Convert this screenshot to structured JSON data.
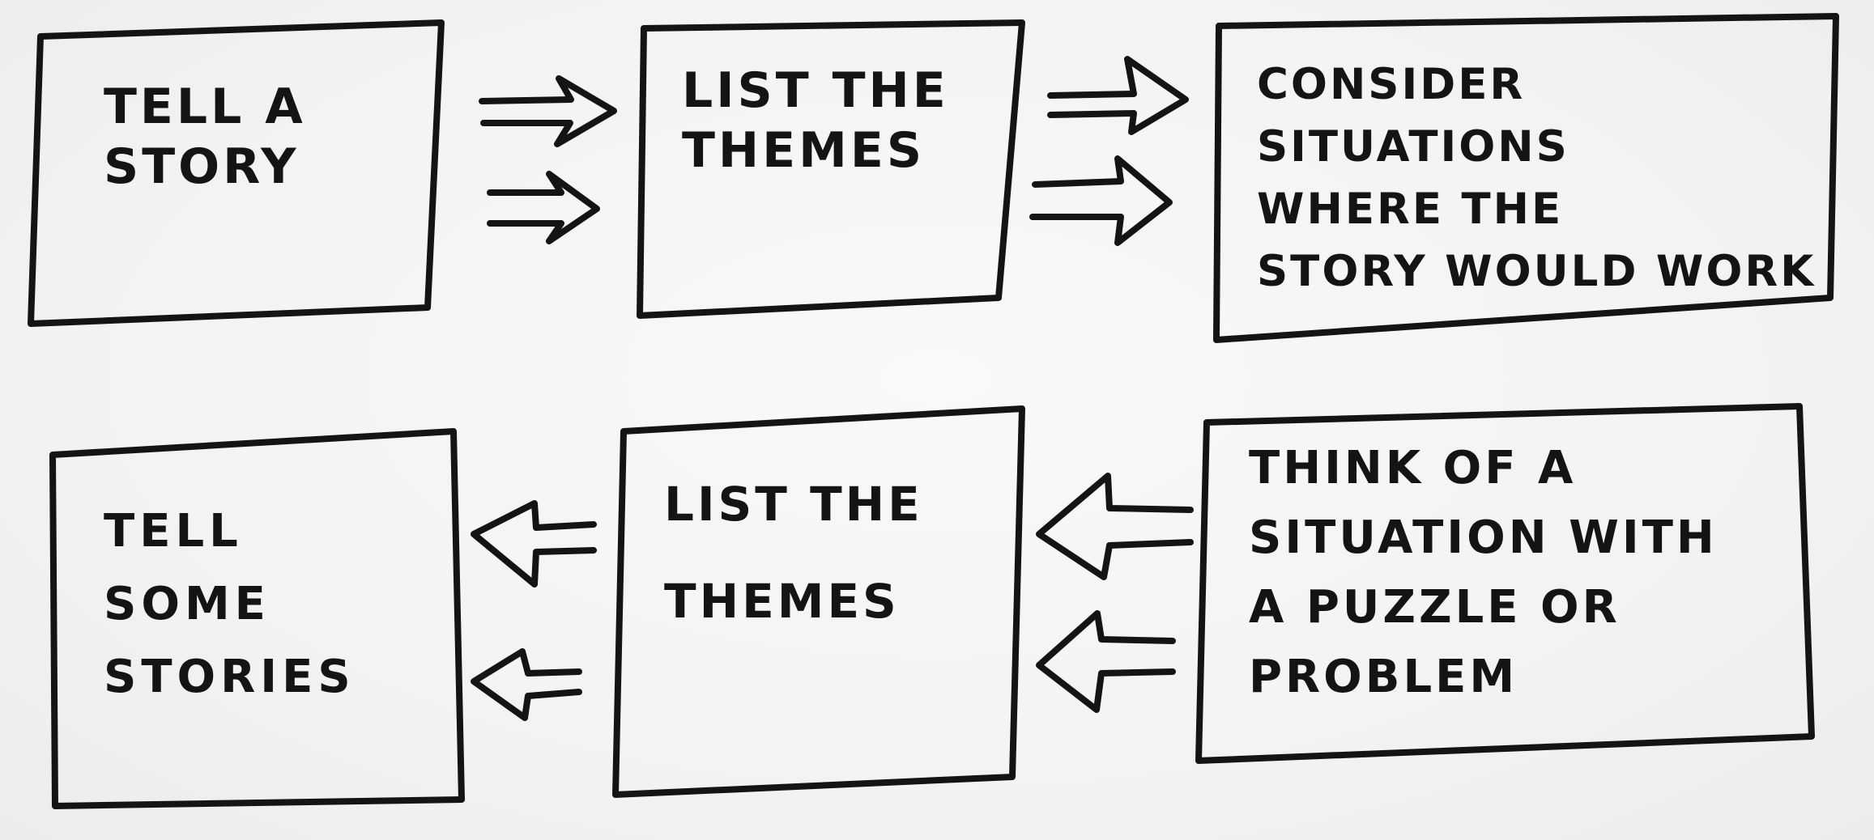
{
  "diagram": {
    "boxes": [
      {
        "id": "tell-a-story",
        "lines": [
          "TELL A",
          "STORY"
        ]
      },
      {
        "id": "list-themes-top",
        "lines": [
          "LIST THE",
          "THEMES"
        ]
      },
      {
        "id": "consider-situations",
        "lines": [
          "CONSIDER",
          "SITUATIONS",
          "WHERE THE",
          "STORY WOULD WORK"
        ]
      },
      {
        "id": "tell-some-stories",
        "lines": [
          "TELL",
          "SOME",
          "STORIES"
        ]
      },
      {
        "id": "list-themes-bottom",
        "lines": [
          "LIST THE",
          "THEMES"
        ]
      },
      {
        "id": "think-of-situation",
        "lines": [
          "THINK OF A",
          "SITUATION WITH",
          "A PUZZLE OR",
          "PROBLEM"
        ]
      }
    ],
    "arrows": [
      {
        "from": "tell-a-story",
        "to": "list-themes-top",
        "direction": "right"
      },
      {
        "from": "tell-a-story",
        "to": "list-themes-top",
        "direction": "right"
      },
      {
        "from": "list-themes-top",
        "to": "consider-situations",
        "direction": "right"
      },
      {
        "from": "list-themes-top",
        "to": "consider-situations",
        "direction": "right"
      },
      {
        "from": "think-of-situation",
        "to": "list-themes-bottom",
        "direction": "left"
      },
      {
        "from": "think-of-situation",
        "to": "list-themes-bottom",
        "direction": "left"
      },
      {
        "from": "list-themes-bottom",
        "to": "tell-some-stories",
        "direction": "left"
      },
      {
        "from": "list-themes-bottom",
        "to": "tell-some-stories",
        "direction": "left"
      }
    ],
    "style": {
      "ink": "#141414",
      "paper": "#f4f4f4"
    }
  }
}
